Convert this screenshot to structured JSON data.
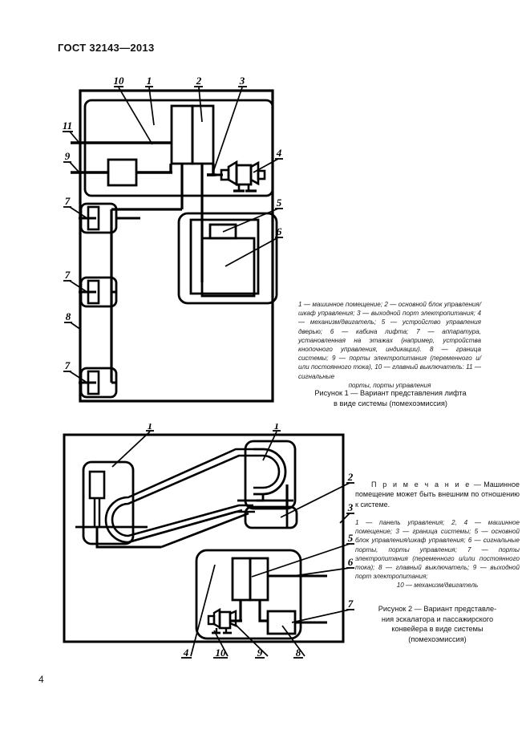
{
  "document": {
    "standard_header": "ГОСТ 32143—2013",
    "page_number": "4"
  },
  "figure1": {
    "callouts_top": [
      "10",
      "1",
      "2",
      "3"
    ],
    "callouts_left": [
      "11",
      "9",
      "7",
      "7",
      "8",
      "7"
    ],
    "callouts_right": [
      "4",
      "5",
      "6"
    ],
    "legend": "1 — машинное помещение; 2 — основной блок управления/шкаф управления; 3 — выходной порт электропитания; 4 — механизм/двигатель; 5 — устройство управления дверью; 6 — кабина лифта; 7 — аппаратура, установленная на этажах (например, устройства кнопочного управления, индикации). 8 — граница системы; 9 — порты электропитания (переменного и/или постоянного тока), 10 — главный выключатель: 11 — сигнальные",
    "legend_last_line": "порты, порты управления",
    "title_line1": "Рисунок 1 — Вариант представления лифта",
    "title_line2": "в виде системы (помехоэмиссия)"
  },
  "figure2": {
    "callouts_top": [
      "1",
      "1"
    ],
    "callouts_right": [
      "2",
      "3",
      "5",
      "6",
      "7"
    ],
    "callouts_bottom": [
      "4",
      "10",
      "9",
      "8"
    ],
    "note_label": "П р и м е ч а н и е",
    "note_text": " — Машинное помещение может быть внешним по отношению к системе.",
    "legend": "1 — панель управления; 2, 4 — машинное помещение; 3 — граница системы; 5 — основной блок управления/шкаф управления; 6 — сигнальные порты, порты управления; 7 — порты электропитания (переменного и/или постоянного тока); 8 — главный выключатель; 9 — выходной порт электропитания;",
    "legend_last_line": "10 — механизм/двигатель",
    "title_line1": "Рисунок 2 — Вариант представле-",
    "title_line2": "ния эскалатора и пассажирского",
    "title_line3": "конвейера в виде системы",
    "title_line4": "(помехоэмиссия)"
  },
  "style": {
    "ink": "#000000",
    "paper": "#ffffff"
  }
}
